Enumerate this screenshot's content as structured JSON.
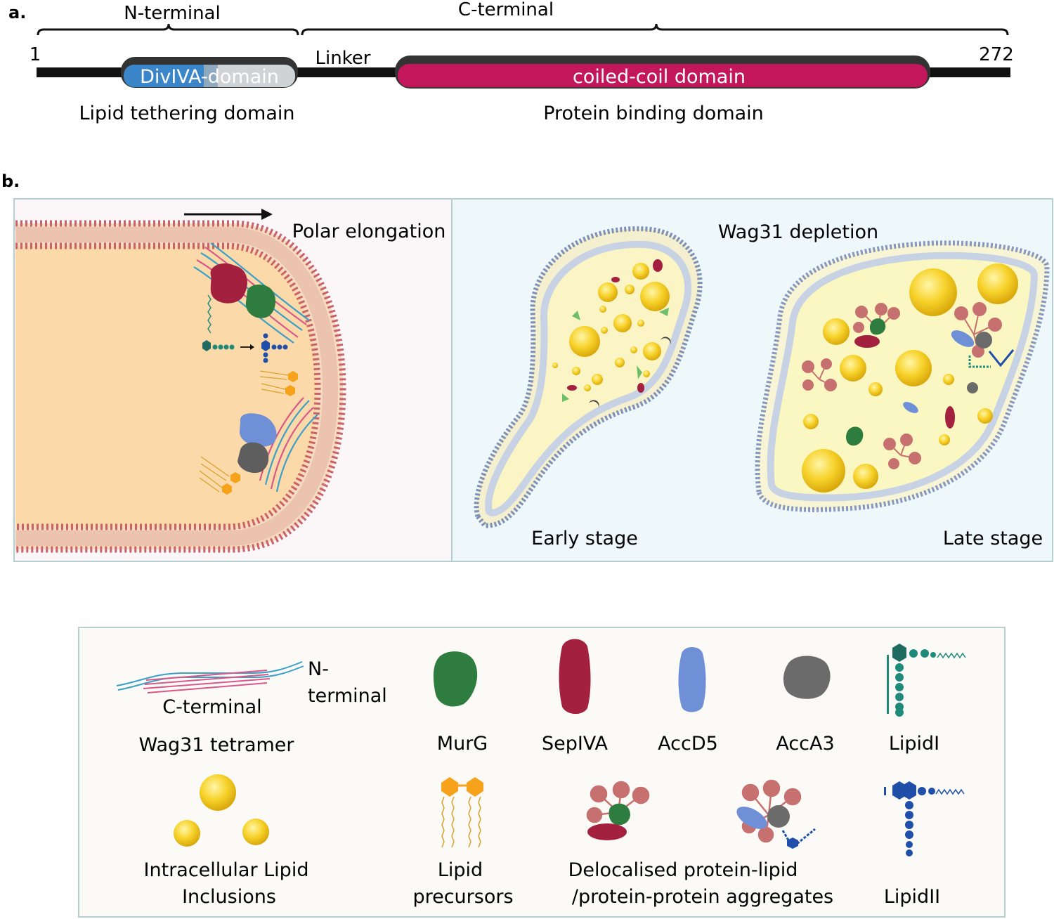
{
  "panel_a": {
    "label": "a.",
    "n_terminal": "N-terminal",
    "c_terminal": "C-terminal",
    "start": "1",
    "end": "272",
    "linker": "Linker",
    "divIVA": "DivIVA-domain",
    "coiled_coil": "coiled-coil domain",
    "lipid_tethering": "Lipid tethering domain",
    "protein_binding": "Protein binding domain",
    "colors": {
      "divIVA": "#3a86c8",
      "coiled_coil": "#c2185b",
      "backbone": "#111111"
    }
  },
  "panel_b": {
    "label": "b.",
    "polar_elongation": "Polar elongation",
    "wag31_depletion": "Wag31 depletion",
    "early_stage": "Early stage",
    "late_stage": "Late stage"
  },
  "legend": {
    "wag31_n_terminal": "N-\nterminal",
    "wag31_n1": "N-",
    "wag31_n2": "terminal",
    "wag31_c_terminal": "C-terminal",
    "wag31_tetramer": "Wag31 tetramer",
    "murg": "MurG",
    "sepiva": "SepIVA",
    "accd5": "AccD5",
    "acca3": "AccA3",
    "lipid1": "LipidI",
    "lipid_inclusions_1": "Intracellular Lipid",
    "lipid_inclusions_2": "Inclusions",
    "lipid_precursors_1": "Lipid",
    "lipid_precursors_2": "precursors",
    "aggregates_1": "Delocalised protein-lipid",
    "aggregates_2": "/protein-protein aggregates",
    "lipid2": "LipidII",
    "colors": {
      "murg": "#2e7d3e",
      "sepiva": "#a3213f",
      "accd5": "#6f8fd6",
      "acca3": "#6b6b6b",
      "lipid1": "#1f8a7a",
      "lipid2": "#1f4fa8",
      "inclusion": "#f4cc1f",
      "precursor": "#f6a21a"
    }
  }
}
